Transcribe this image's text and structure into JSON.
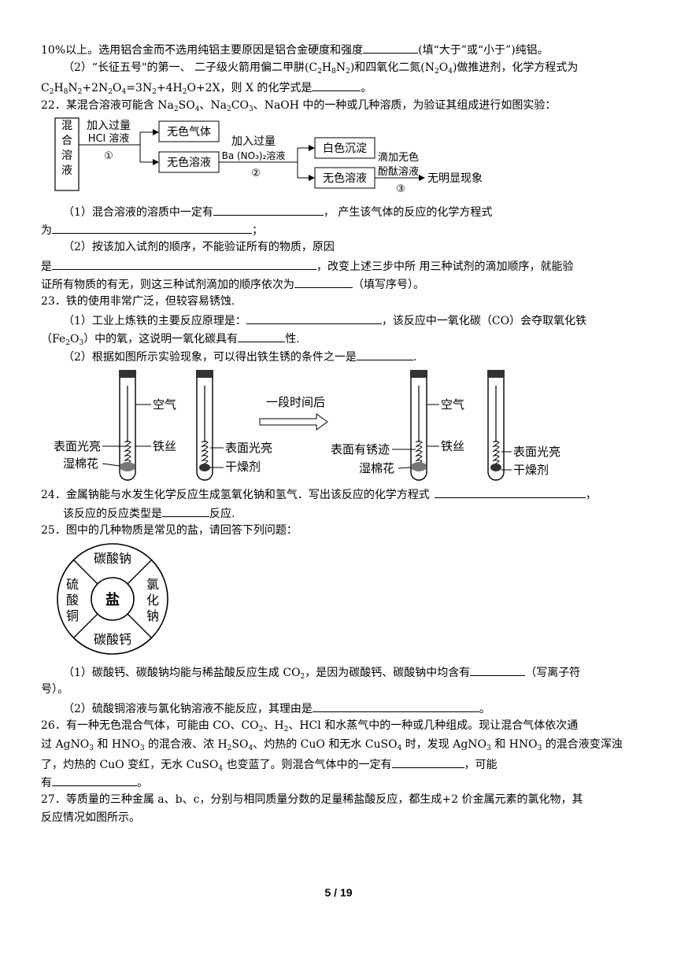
{
  "lines": {
    "l1": {
      "a": "10%以上。选用铝合金而不选用纯铝主要原因是铝合金硬度和强度",
      "b": "(填“大于”或“小于”)纯铝。"
    },
    "l2": {
      "a": "（2）“长征五号\"的第一、 二子级火箭用偏二甲肼(C",
      "b": "H",
      "c": "N",
      "d": ")和四氧化二氮(N",
      "e": "O",
      "f": ")做推进剂，化学方程式为"
    },
    "l3": {
      "a": "C",
      "b": "H",
      "c": "N",
      "d": "+2N",
      "e": "O",
      "f": "=3N",
      "g": "+4H",
      "h": "O+2X，则 X 的化学式是",
      "i": "。"
    },
    "q22": {
      "a": "22．某混合溶液可能含 Na",
      "b": "SO",
      "c": "、Na",
      "d": "CO",
      "e": "、NaOH 中的一种或几种溶质，为验证其组成进行如图实验："
    },
    "q22_1": {
      "a": "（1）混合溶液的溶质中一定有",
      "b": "，  产生该气体的反应的化学方程式"
    },
    "q22_1b": {
      "a": "为",
      "b": "；"
    },
    "q22_2": {
      "a": "（2）按该加入试剂的顺序，不能验证所有的物质，原因"
    },
    "q22_2b": {
      "a": "是",
      "b": "，改变上述三步中所  用三种试剂的滴加顺序，就能验"
    },
    "q22_2c": {
      "a": "证所有物质的有无，则这三种试剂滴加的顺序依次为",
      "b": "（填写序号）。"
    },
    "q23": "23．铁的使用非常广泛，但较容易锈蚀.",
    "q23_1": {
      "a": "（1）工业上炼铁的主要反应原理是：",
      "b": "，该反应中一氧化碳（CO）会夺取氧化铁"
    },
    "q23_1b": {
      "a": "（Fe",
      "b": "O",
      "c": "）中的氧，这说明一氧化碳具有",
      "d": "性."
    },
    "q23_2": {
      "a": "（2）根据如图所示实验现象，可以得出铁生锈的条件之一是",
      "b": "."
    },
    "q24": {
      "a": "24．金属钠能与水发生化学反应生成氢氧化钠和氢气．写出该反应的化学方程式",
      "b": "，"
    },
    "q24b": {
      "a": "该反应的反应类型是",
      "b": "反应."
    },
    "q25": "25．图中的几种物质是常见的盐，请回答下列问题：",
    "q25_1": {
      "a": "（1）碳酸钙、碳酸钠均能与稀盐酸反应生成  CO",
      "b": "，是因为碳酸钙、碳酸钠中均含有",
      "c": "（写离子符"
    },
    "q25_1b": "号）。",
    "q25_2": {
      "a": "（2）硫酸铜溶液与氯化钠溶液不能反应，其理由是",
      "b": "。"
    },
    "q26": {
      "a": "26．有一种无色混合气体，可能由 CO、CO",
      "b": "、H",
      "c": "、HCl 和水蒸气中的一种或几种组成。现让混合气体依次通"
    },
    "q26b": {
      "a": "过 AgNO",
      "b": " 和 HNO",
      "c": " 的混合液、浓 H",
      "d": "SO",
      "e": "、灼热的 CuO 和无水 CuSO",
      "f": " 时，发现 AgNO",
      "g": " 和 HNO",
      "h": " 的混合液变浑浊"
    },
    "q26c": {
      "a": "了，灼热的 CuO 变红，无水 CuSO",
      "b": " 也变蓝了。则混合气体中的一定有",
      "c": "，可能"
    },
    "q26d": {
      "a": "有",
      "b": "。"
    },
    "q27": "27．等质量的三种金属 a、b、c，分别与相同质量分数的足量稀盐酸反应，都生成+2 价金属元素的氯化物，其",
    "q27b": "反应情况如图所示。",
    "sub": {
      "2": "2",
      "3": "3",
      "4": "4",
      "8": "8"
    }
  },
  "flowchart": {
    "mix": "混合溶液",
    "add1a": "加入过量",
    "add1b": "HCl 溶液",
    "n1": "①",
    "gas": "无色气体",
    "sol1": "无色溶液",
    "add2a": "加入过量",
    "add2b": "Ba (NO₃)₂溶液",
    "n2": "②",
    "ppt": "白色沉淀",
    "sol2": "无色溶液",
    "add3a": "滴加无色",
    "add3b": "酚酞溶液",
    "n3": "③",
    "result": "无明显现象"
  },
  "tubes": {
    "air1": "空气",
    "bright1": "表面光亮",
    "cotton1": "湿棉花",
    "wire1": "铁丝",
    "bright2": "表面光亮",
    "dry1": "干燥剂",
    "after": "一段时间后",
    "air2": "空气",
    "rust": "表面有锈迹",
    "cotton2": "湿棉花",
    "wire2": "铁丝",
    "bright3": "表面光亮",
    "dry2": "干燥剂"
  },
  "wheel": {
    "center": "盐",
    "top": "碳酸钠",
    "bottom": "碳酸钙",
    "left": [
      "硫",
      "酸",
      "铜"
    ],
    "right": [
      "氯",
      "化",
      "钠"
    ]
  },
  "footer": "5 / 19"
}
